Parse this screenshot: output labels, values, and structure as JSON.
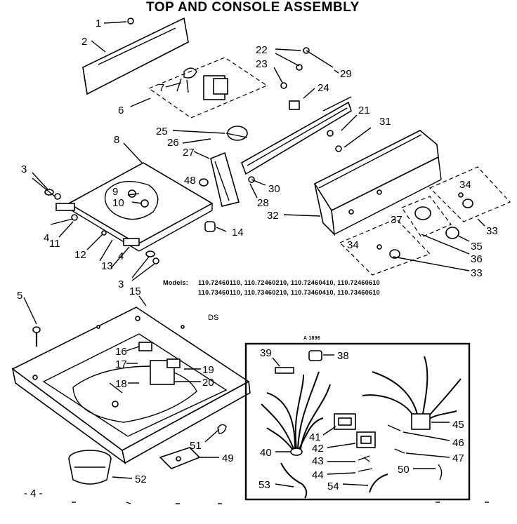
{
  "title": "TOP AND CONSOLE ASSEMBLY",
  "models_label": "Models:",
  "models_line1": "110.72460110, 110.72460210, 110.72460410, 110.72460610",
  "models_line2": "110.73460110, 110.73460210, 110.73460410, 110.73460610",
  "ds_label": "DS",
  "inset_label": "A 1896",
  "page_number": "- 4 -",
  "callouts": [
    "1",
    "2",
    "3",
    "4",
    "5",
    "6",
    "7",
    "8",
    "9",
    "10",
    "11",
    "12",
    "13",
    "14",
    "15",
    "16",
    "17",
    "18",
    "19",
    "20",
    "21",
    "22",
    "23",
    "24",
    "25",
    "26",
    "27",
    "28",
    "29",
    "30",
    "31",
    "32",
    "33",
    "34",
    "35",
    "36",
    "37",
    "38",
    "39",
    "40",
    "41",
    "42",
    "43",
    "44",
    "45",
    "46",
    "47",
    "48",
    "49",
    "50",
    "51",
    "52",
    "53",
    "54"
  ],
  "extra_callouts": {
    "n3b": "3",
    "n4b": "4",
    "n33b": "33",
    "n34b": "34"
  }
}
